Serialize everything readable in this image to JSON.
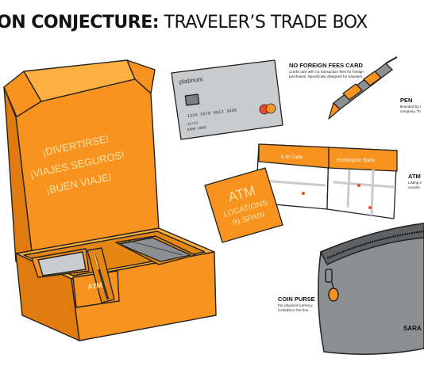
{
  "title": {
    "bold": "ON CONJECTURE:",
    "regular": " TRAVELER’S TRADE BOX"
  },
  "box": {
    "lid_text": [
      "¡DIVERTIRSE!",
      "¡VIAJES SEGUROS!",
      "¡BUEN VIAJE!"
    ],
    "small_card_text": "ATM"
  },
  "card": {
    "brand": "platinum",
    "number": "1234 5678 9012 3456",
    "expiry": "12/23",
    "name": "NAME HERE",
    "label": "NO FOREIGN FEES CARD",
    "desc": "Credit card with no transaction fees for foreign purchases. Specifically designed for travelers."
  },
  "pen": {
    "label": "PEN",
    "desc": [
      "Branded by t",
      "company. To"
    ]
  },
  "atm": {
    "card_text": [
      "ATM",
      "LOCATIONS",
      "IN SPAIN"
    ],
    "map_labels": [
      "5 th Calle",
      "Huntington Bank"
    ],
    "label": "ATM",
    "desc": [
      "Listing e",
      "country"
    ]
  },
  "coin_purse": {
    "label": "COIN PURSE",
    "desc": [
      "For physical currency",
      "included in the box."
    ]
  },
  "signature": "SARA",
  "colors": {
    "orange": "#f7931e",
    "orange_dark": "#e07b10",
    "orange_light": "#fbb040",
    "gray": "#8d9093",
    "outline": "#222222"
  }
}
